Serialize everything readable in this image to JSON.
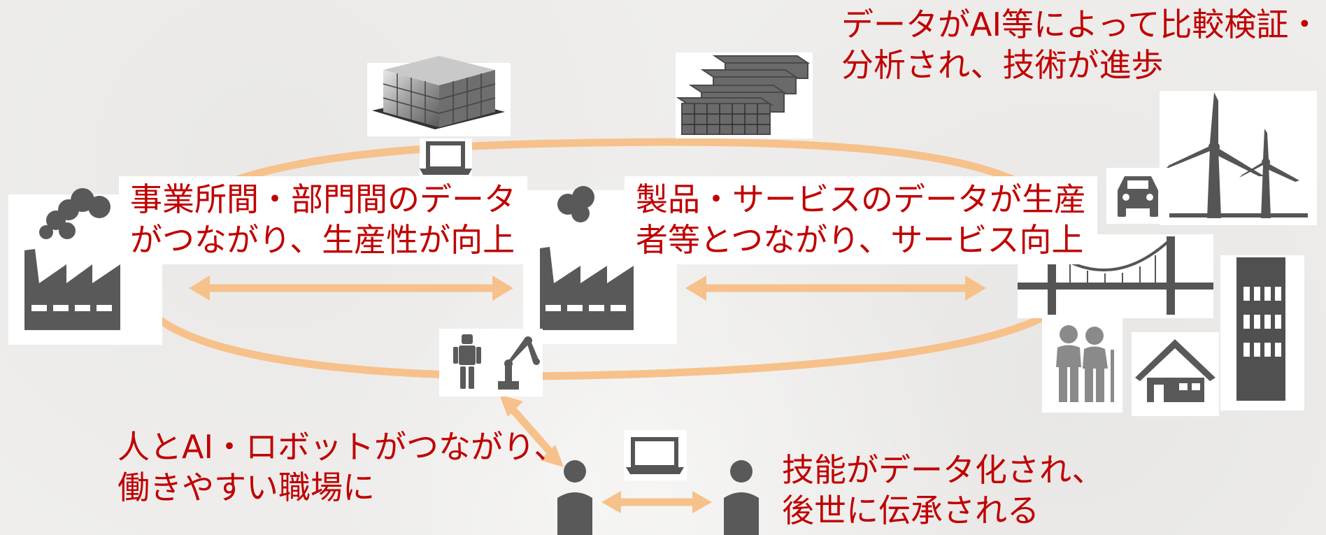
{
  "colors": {
    "accent_text": "#c00000",
    "connector": "#f7c18b",
    "icon": "#595959",
    "background": "#efeeec"
  },
  "labels": {
    "ai_analysis": [
      "データがAI等によって比較検証・",
      "分析され、技術が進歩"
    ],
    "inter_office": [
      "事業所間・部門間のデータ",
      "がつながり、生産性が向上"
    ],
    "product_service": [
      "製品・サービスのデータが生産",
      "者等とつながり、サービス向上"
    ],
    "human_ai_robot": [
      "人とAI・ロボットがつながり、",
      "働きやすい職場に"
    ],
    "skill_data": [
      "技能がデータ化され、",
      "後世に伝承される"
    ]
  },
  "icons": [
    "office-building-icon",
    "server-rack-icon",
    "factory-left-icon",
    "factory-center-icon",
    "laptop-top-icon",
    "laptop-bottom-icon",
    "humanoid-robot-icon",
    "robot-arm-icon",
    "person-left-icon",
    "person-right-icon",
    "wind-turbine-icon",
    "car-icon",
    "suspension-bridge-icon",
    "tall-building-icon",
    "house-icon",
    "elderly-couple-icon"
  ]
}
